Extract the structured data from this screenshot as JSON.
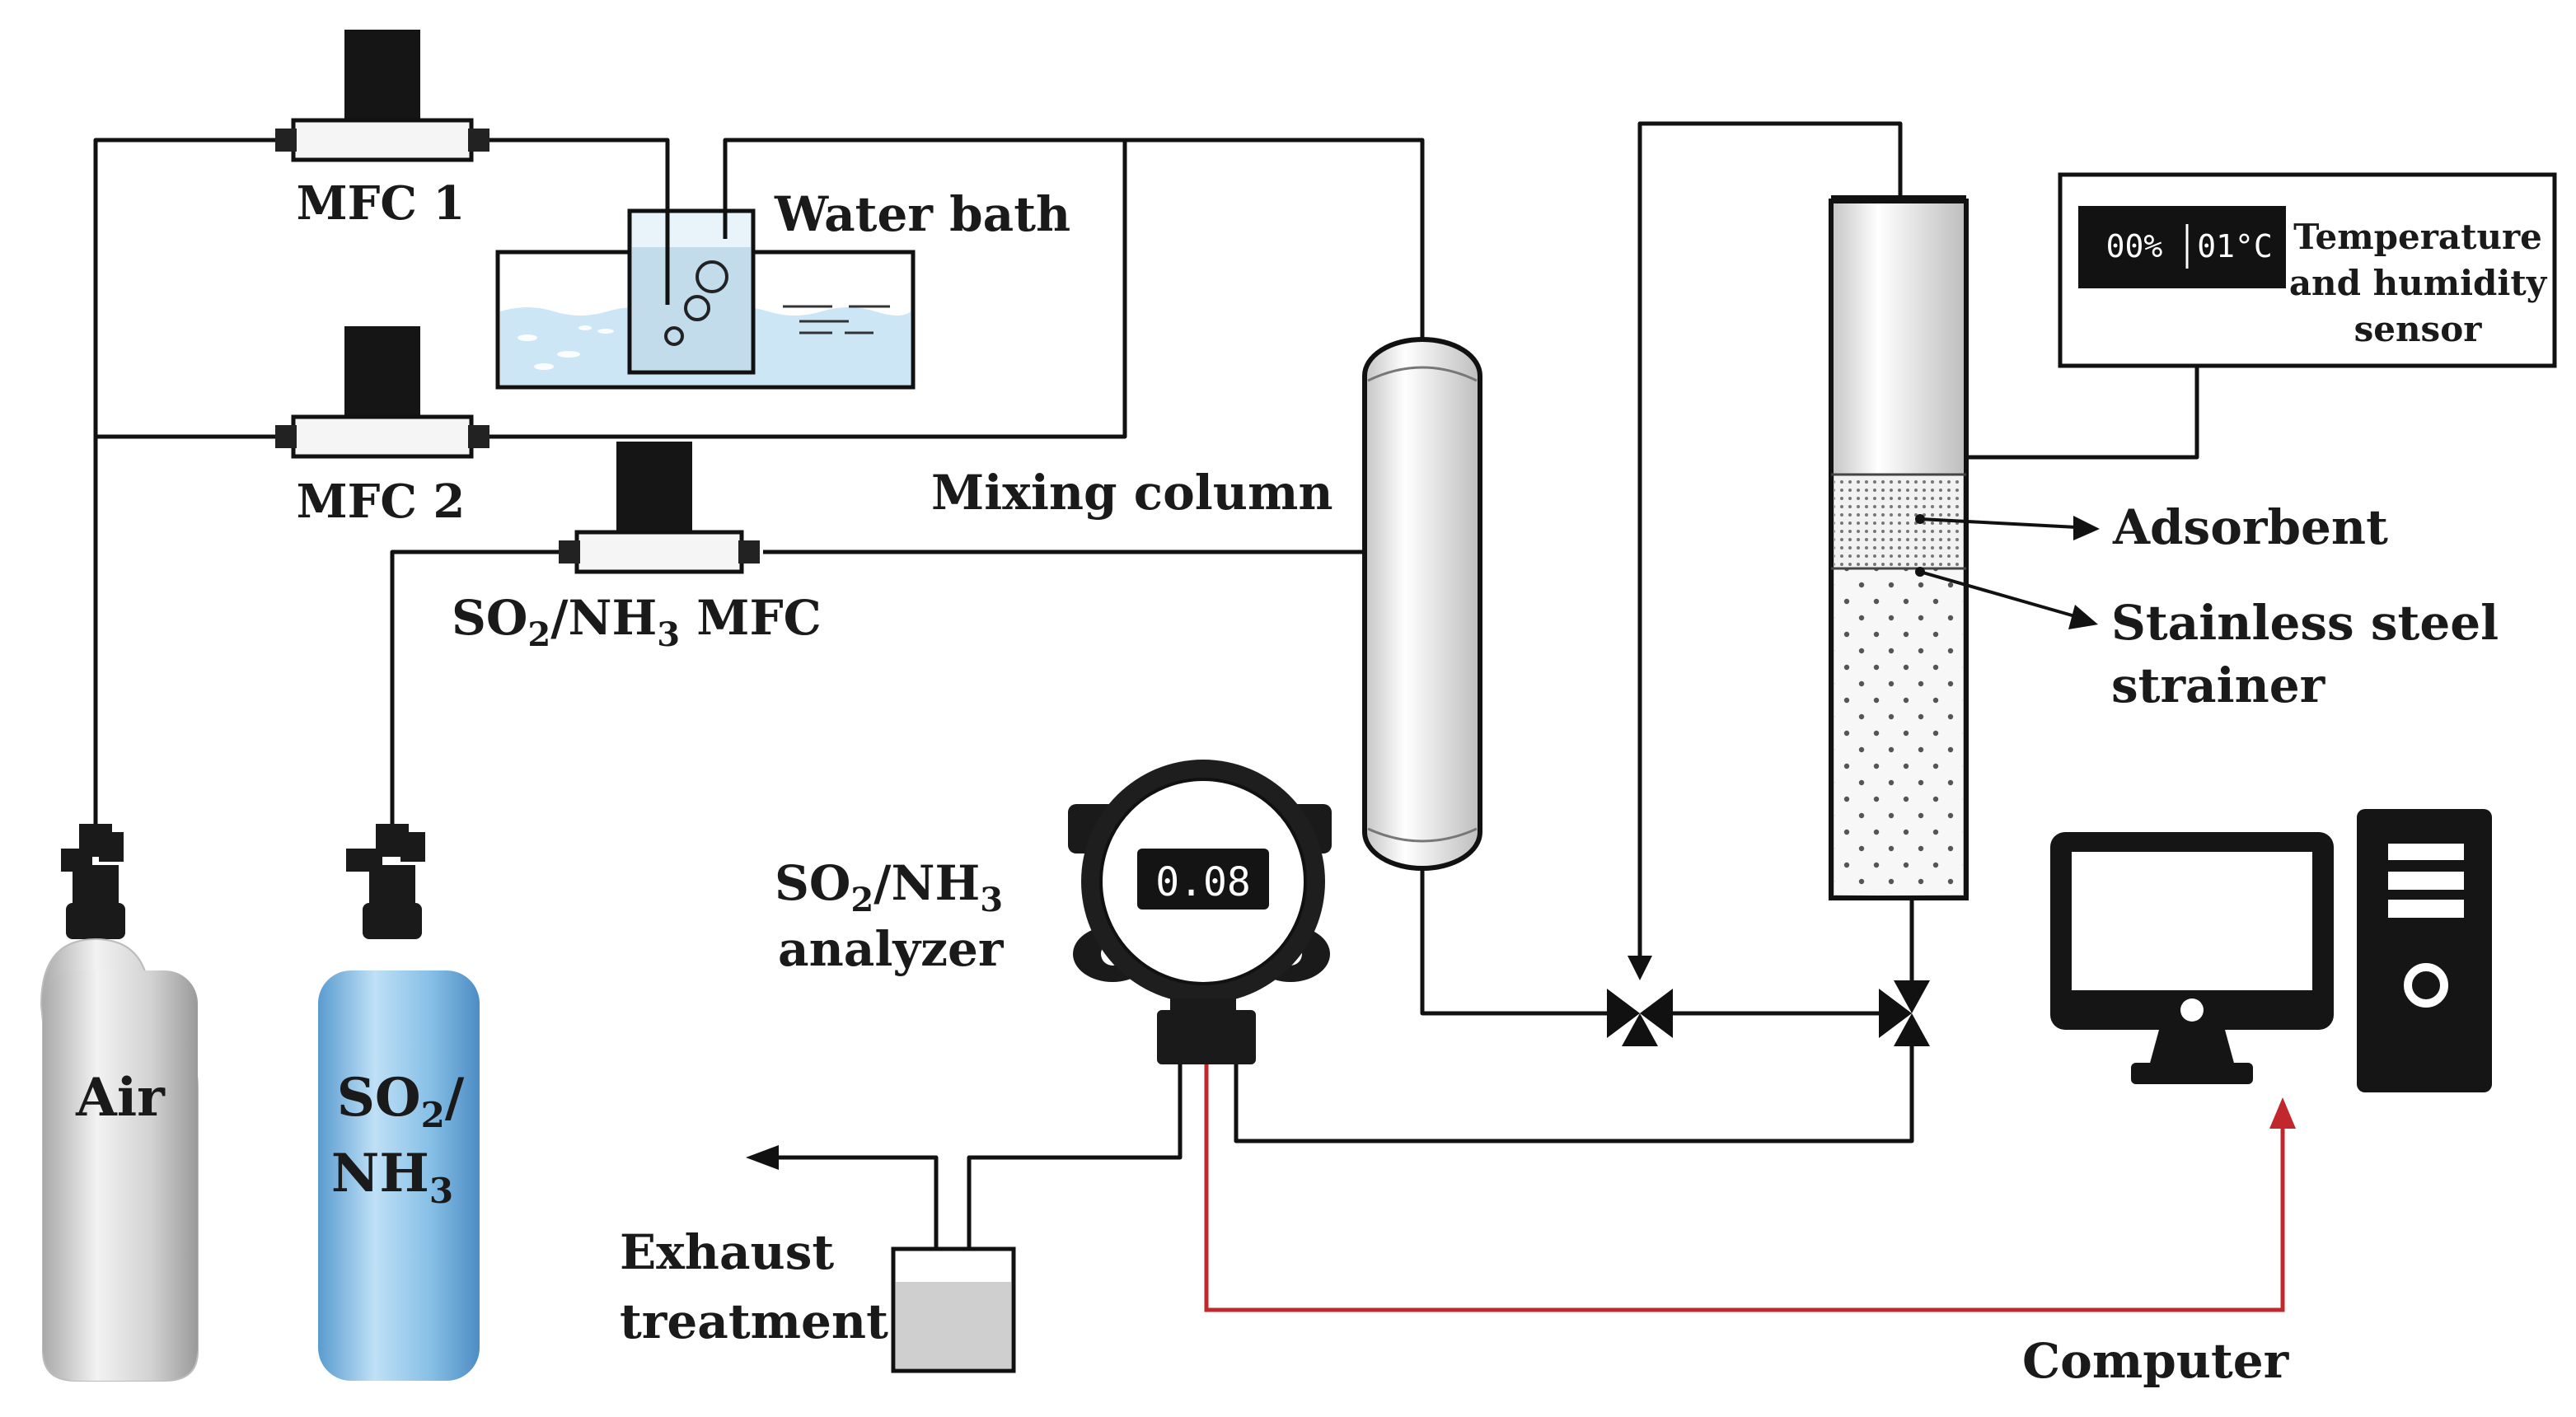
{
  "labels": {
    "mfc1": "MFC 1",
    "mfc2": "MFC 2",
    "mfc3_pre": "SO",
    "mfc3_sub1": "2",
    "mfc3_mid": "/NH",
    "mfc3_sub2": "3",
    "mfc3_post": " MFC",
    "water_bath": "Water bath",
    "mixing_column": "Mixing column",
    "adsorbent": "Adsorbent",
    "strainer_line1": "Stainless steel",
    "strainer_line2": "strainer",
    "sensor_line1": "Temperature",
    "sensor_line2": "and humidity",
    "sensor_line3": "sensor",
    "analyzer_pre": "SO",
    "analyzer_sub1": "2",
    "analyzer_mid": "/NH",
    "analyzer_sub2": "3",
    "analyzer_line2": "analyzer",
    "exhaust_line1": "Exhaust",
    "exhaust_line2": "treatment",
    "computer": "Computer",
    "air": "Air",
    "cyl2_pre": "SO",
    "cyl2_sub": "2",
    "cyl2_slash": "/",
    "cyl2_pre2": "NH",
    "cyl2_sub2": "3"
  },
  "displays": {
    "sensor_humidity": "00%",
    "sensor_temp": "01°C",
    "analyzer_reading": "0.08"
  },
  "colors": {
    "pipe": "#111111",
    "signal": "#c0282d",
    "so2_cylinder": "#7fb9e3",
    "air_cylinder": "#cfcfcf",
    "water": "#cde6f5"
  }
}
